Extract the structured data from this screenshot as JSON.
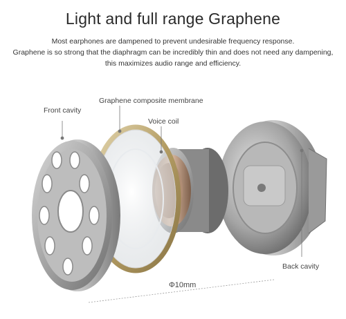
{
  "heading": {
    "title": "Light and full range Graphene",
    "lines": [
      "Most earphones are dampened to prevent undesirable frequency response.",
      "Graphene is so strong that the diaphragm can be incredibly thin and does not need any dampening,",
      "this maximizes audio range and efficiency."
    ]
  },
  "labels": {
    "front_cavity": "Front cavity",
    "membrane": "Graphene composite membrane",
    "voice_coil": "Voice coil",
    "back_cavity": "Back cavity",
    "dimension": "Φ10mm"
  },
  "icons": [
    "front-cavity-grille",
    "diaphragm-ring",
    "voice-coil",
    "back-cavity-housing"
  ]
}
